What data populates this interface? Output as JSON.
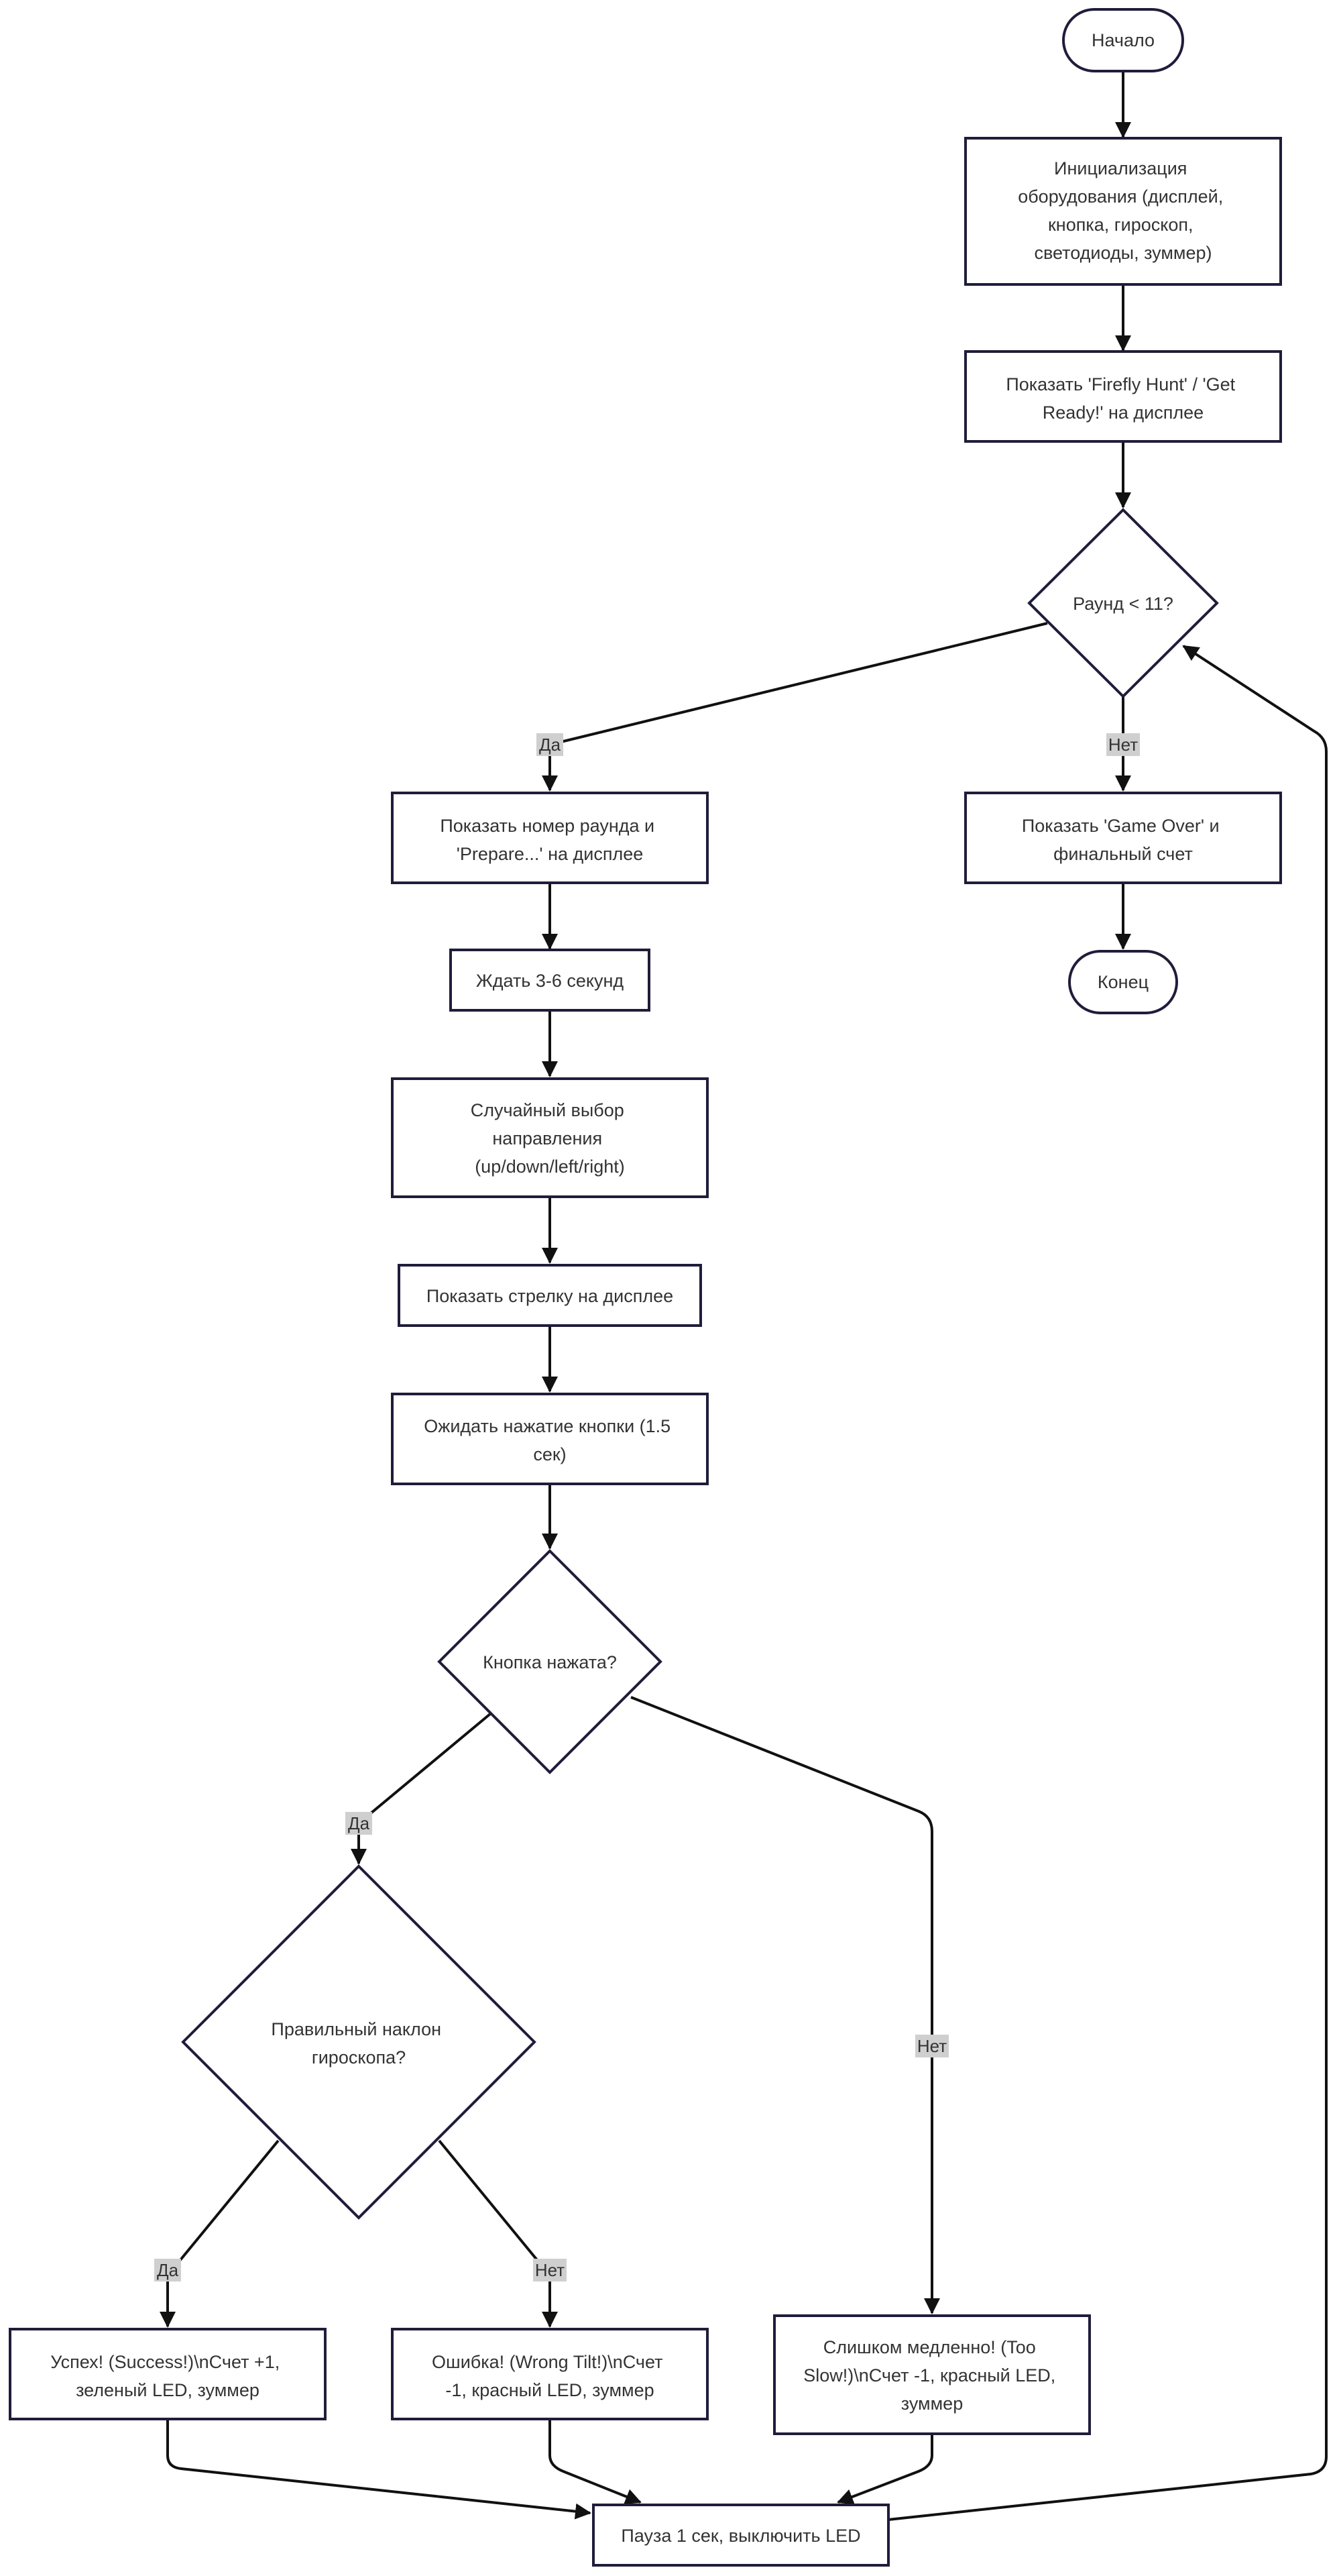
{
  "nodes": {
    "start": {
      "lines": [
        "Начало"
      ]
    },
    "init": {
      "lines": [
        "Инициализация",
        "оборудования (дисплей,",
        "кнопка, гироскоп,",
        "светодиоды, зуммер)"
      ]
    },
    "show_title": {
      "lines": [
        "Показать 'Firefly Hunt' / 'Get",
        "Ready!' на дисплее"
      ]
    },
    "round_check": {
      "lines": [
        "Раунд < 11?"
      ]
    },
    "show_round": {
      "lines": [
        "Показать номер раунда и",
        "'Prepare...' на дисплее"
      ]
    },
    "wait": {
      "lines": [
        "Ждать 3-6 секунд"
      ]
    },
    "random_dir": {
      "lines": [
        "Случайный выбор",
        "направления",
        "(up/down/left/right)"
      ]
    },
    "show_arrow": {
      "lines": [
        "Показать стрелку на дисплее"
      ]
    },
    "await_button": {
      "lines": [
        "Ожидать нажатие кнопки (1.5",
        "сек)"
      ]
    },
    "button_pressed": {
      "lines": [
        "Кнопка нажата?"
      ]
    },
    "correct_tilt": {
      "lines": [
        "Правильный наклон",
        "гироскопа?"
      ]
    },
    "success": {
      "lines": [
        "Успех! (Success!)\\nСчет +1,",
        "зеленый LED, зуммер"
      ]
    },
    "error": {
      "lines": [
        "Ошибка! (Wrong Tilt!)\\nСчет",
        "-1, красный LED, зуммер"
      ]
    },
    "too_slow": {
      "lines": [
        "Слишком медленно! (Too",
        "Slow!)\\nСчет -1, красный LED,",
        "зуммер"
      ]
    },
    "pause": {
      "lines": [
        "Пауза 1 сек, выключить LED"
      ]
    },
    "game_over": {
      "lines": [
        "Показать 'Game Over' и",
        "финальный счет"
      ]
    },
    "end": {
      "lines": [
        "Конец"
      ]
    }
  },
  "edge_labels": {
    "round_yes": "Да",
    "round_no": "Нет",
    "button_yes": "Да",
    "button_no": "Нет",
    "tilt_yes": "Да",
    "tilt_no": "Нет"
  }
}
